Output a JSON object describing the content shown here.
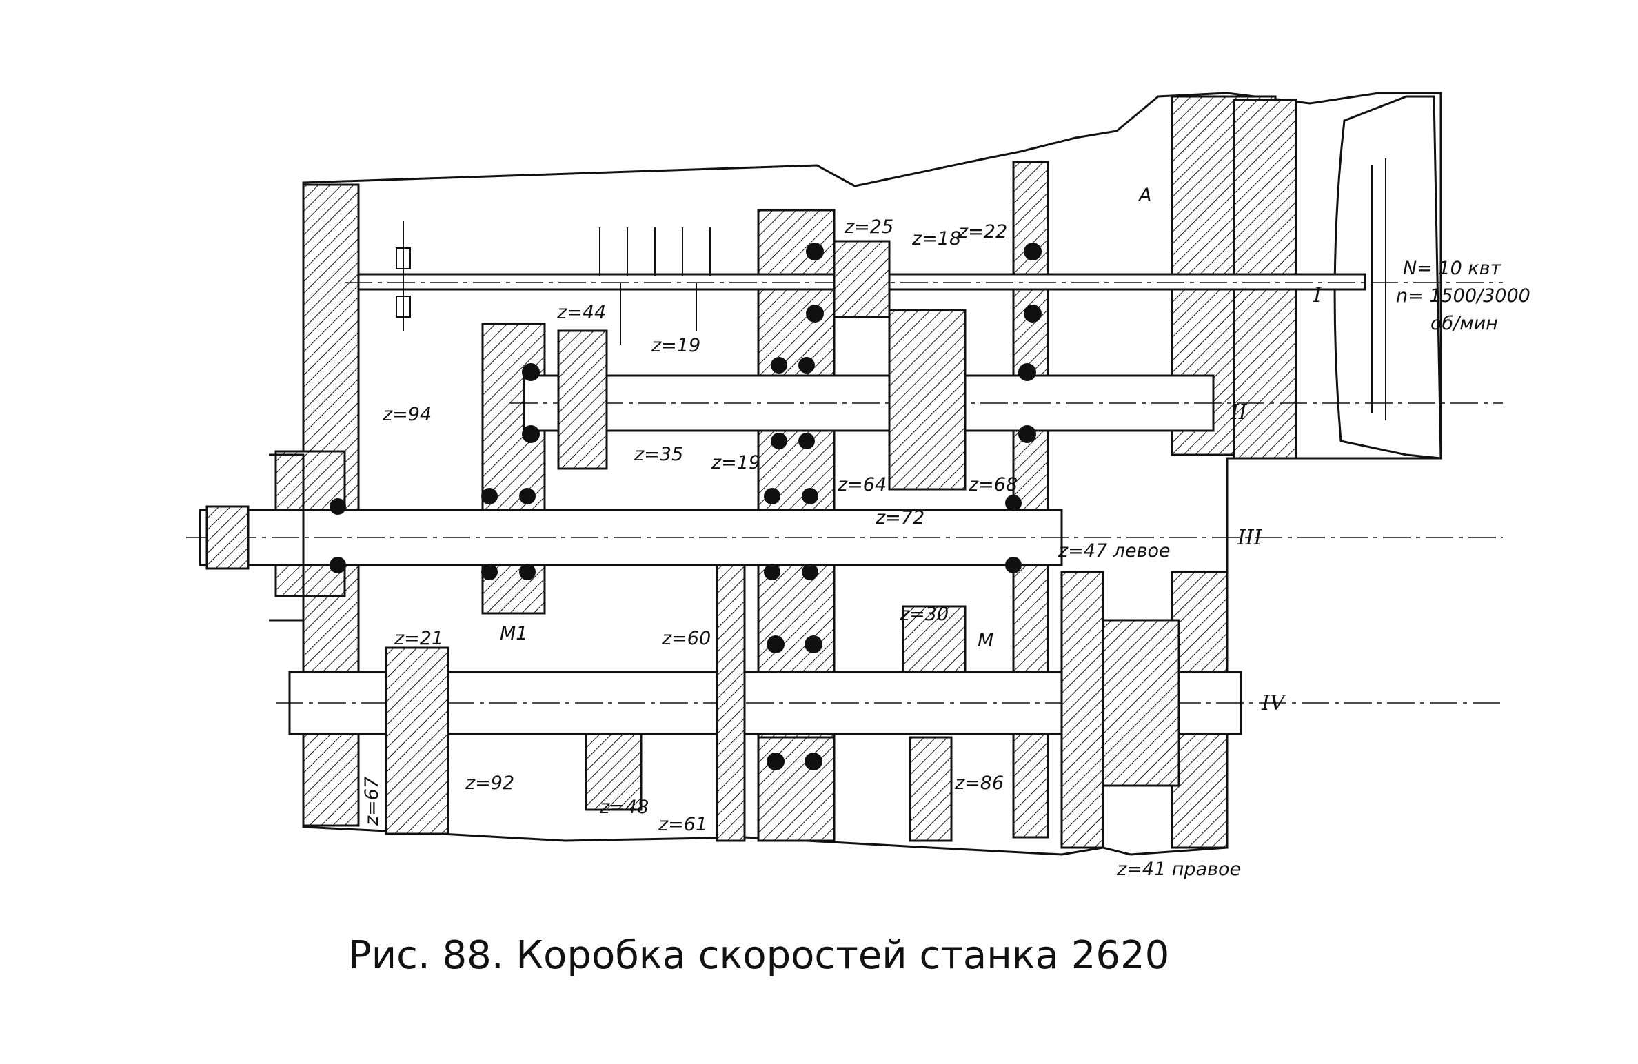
{
  "figure": {
    "caption": "Рис. 88. Коробка скоростей станка 2620",
    "motor_label": {
      "power": "N= 10 квт",
      "speed": "n= 1500/3000",
      "unit": "об/мин"
    },
    "shaft_labels": [
      "I",
      "II",
      "III",
      "IV"
    ],
    "letter_labels": [
      "A",
      "M",
      "M1"
    ],
    "gear_labels": [
      "z=25",
      "z=18",
      "z=22",
      "z=44",
      "z=19",
      "z=94",
      "z=35",
      "z=19",
      "z=64",
      "z=72",
      "z=68",
      "z=47 левое",
      "z=30",
      "z=21",
      "z=60",
      "z=92",
      "z=48",
      "z=61",
      "z=86",
      "z=41 правое",
      "z=67"
    ]
  }
}
